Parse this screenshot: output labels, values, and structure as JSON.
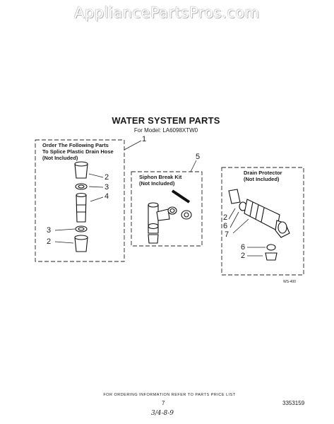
{
  "watermark": "AppliancePartsPros.com",
  "title": "WATER SYSTEM PARTS",
  "model": "For Model: LA6098XTW0",
  "kits": {
    "drain_hose": {
      "line1": "Order The Following Parts",
      "line2": "To Splice Plastic Drain Hose",
      "line3": "(Not Included)"
    },
    "siphon": {
      "line1": "Siphon Break Kit",
      "line2": "(Not Included)"
    },
    "drain_protector": {
      "line1": "Drain Protector",
      "line2": "(Not Included)"
    }
  },
  "callouts": {
    "c1": "1",
    "c2a": "2",
    "c3a": "3",
    "c4": "4",
    "c3b": "3",
    "c2b": "2",
    "c5": "5",
    "c2c": "2",
    "c6a": "6",
    "c7": "7",
    "c6b": "6",
    "c2d": "2"
  },
  "figure_code": "WS-400",
  "footer": "FOR ORDERING INFORMATION REFER TO PARTS PRICE LIST",
  "page": "7",
  "doc_number": "3353159",
  "handwritten": "3/4-8-9"
}
